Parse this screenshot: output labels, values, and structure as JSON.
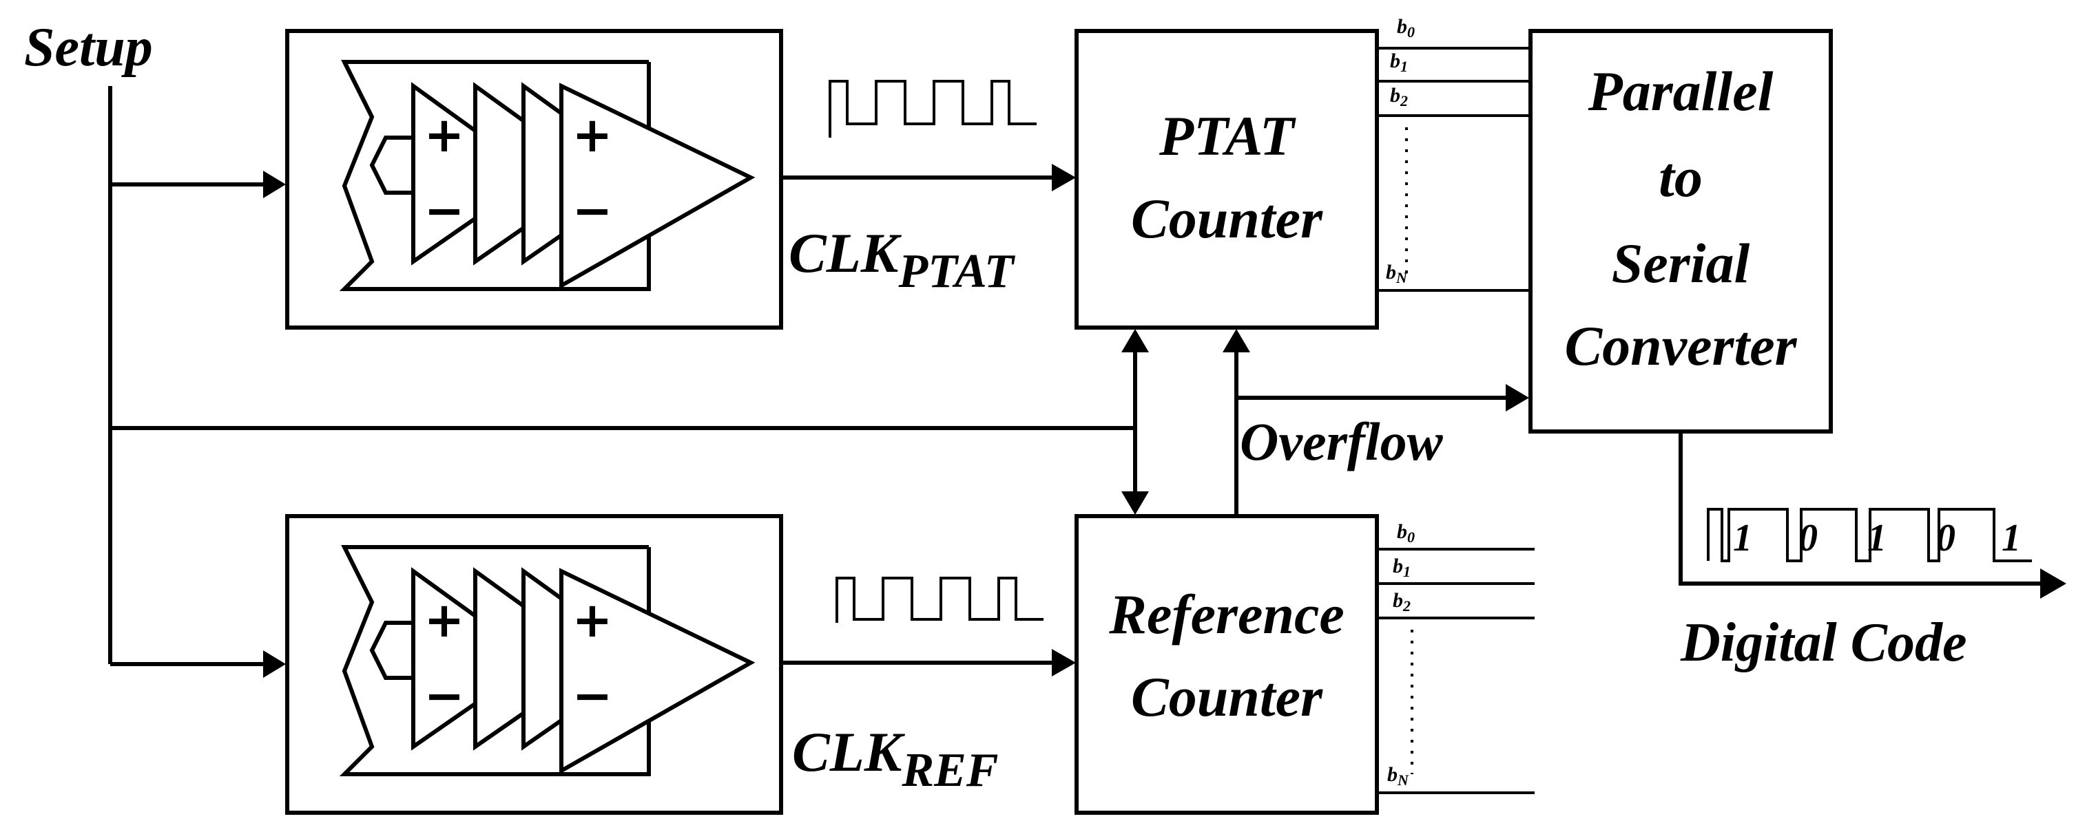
{
  "inputs": {
    "setup": "Setup"
  },
  "oscillators": {
    "top": {
      "plus": "+",
      "minus": "−"
    },
    "bottom": {
      "plus": "+",
      "minus": "−"
    }
  },
  "clocks": {
    "ptat": {
      "main": "CLK",
      "sub": "PTAT"
    },
    "ref": {
      "main": "CLK",
      "sub": "REF"
    }
  },
  "blocks": {
    "ptat_counter": [
      "PTAT",
      "Counter"
    ],
    "reference_counter": [
      "Reference",
      "Counter"
    ],
    "converter": [
      "Parallel",
      "to",
      "Serial",
      "Converter"
    ]
  },
  "bits": {
    "ptat": [
      {
        "base": "b",
        "sub": "0"
      },
      {
        "base": "b",
        "sub": "1"
      },
      {
        "base": "b",
        "sub": "2"
      },
      {
        "base": "b",
        "sub": "N"
      }
    ],
    "ref": [
      {
        "base": "b",
        "sub": "0"
      },
      {
        "base": "b",
        "sub": "1"
      },
      {
        "base": "b",
        "sub": "2"
      },
      {
        "base": "b",
        "sub": "N"
      }
    ]
  },
  "signals": {
    "overflow": "Overflow",
    "digital_code": "Digital Code"
  },
  "serial_bits": [
    "1",
    "0",
    "1",
    "0",
    "1"
  ]
}
